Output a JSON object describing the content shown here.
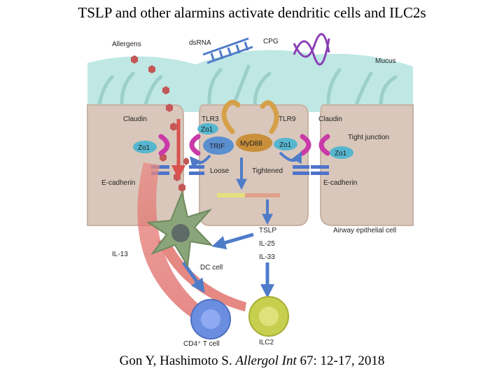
{
  "title": "TSLP and other alarmins activate dendritic cells and ILC2s",
  "citation": {
    "authors": "Gon Y, Hashimoto S.",
    "journal": "Allergol Int",
    "details": "67: 12-17, 2018"
  },
  "labels": {
    "allergens": "Allergens",
    "dsrna": "dsRNA",
    "cpg": "CPG",
    "mucus": "Mucus",
    "claudin_left": "Claudin",
    "claudin_right": "Claudin",
    "tlr3": "TLR3",
    "tlr9": "TLR9",
    "zo1_tlr3": "Zo1",
    "zo1_left": "Zo1",
    "zo1_mid": "Zo1",
    "zo1_right": "Zo1",
    "trif": "TRIF",
    "myd88": "MyD88",
    "loose": "Loose",
    "tightened": "Tightened",
    "tight_junction": "Tight junction",
    "ecad_left": "E-cadherin",
    "ecad_right": "E-cadherin",
    "tslp": "TSLP",
    "il25": "IL-25",
    "il33": "IL-33",
    "airway_cell": "Airway epithelial cell",
    "il13": "IL-13",
    "dc_cell": "DC cell",
    "cd4": "CD4⁺ T cell",
    "ilc2": "ILC2"
  },
  "colors": {
    "mucus": "#bfe8e4",
    "cell": "#d9c7bb",
    "arrow_blue": "#4f7cc9",
    "arrow_red": "#d9534f",
    "claudin": "#c93aa8",
    "ecadherin": "#4e74c9",
    "trif": "#5a8fd0",
    "myd88": "#c98f3a",
    "zo1": "#56b6cf",
    "dc": "#8aa57a",
    "tcell": "#6c8ee0",
    "ilc2": "#c7cf4f"
  }
}
